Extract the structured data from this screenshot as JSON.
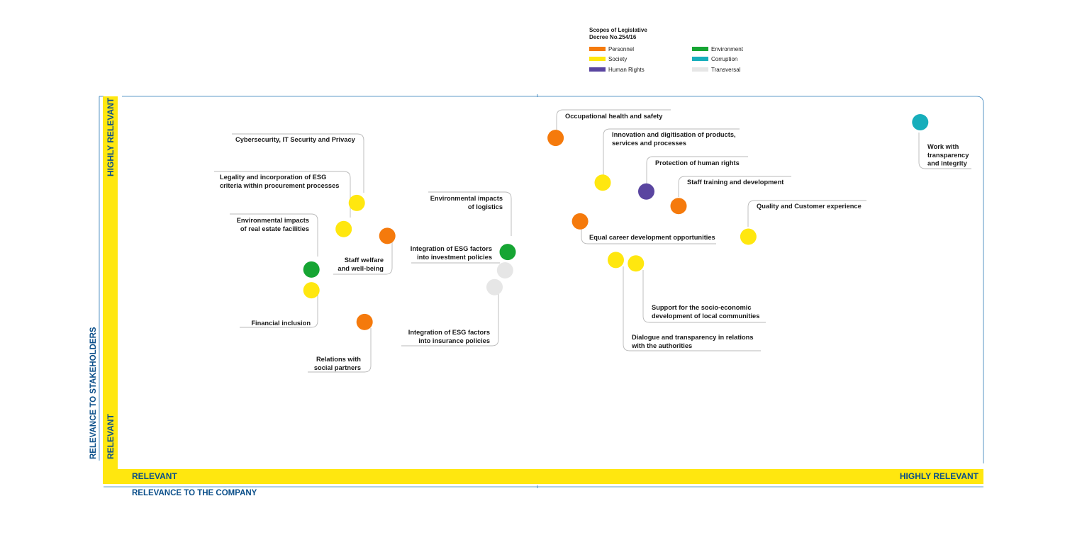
{
  "chart_data": {
    "type": "scatter",
    "title": "",
    "xlabel": "RELEVANCE TO THE COMPANY",
    "ylabel": "RELEVANCE TO STAKEHOLDERS",
    "x_axis_ends": [
      "RELEVANT",
      "HIGHLY RELEVANT"
    ],
    "y_axis_ends": [
      "RELEVANT",
      "HIGHLY RELEVANT"
    ],
    "xlim": [
      0,
      100
    ],
    "ylim": [
      0,
      100
    ],
    "grid": false,
    "legend": {
      "position": "top-right",
      "title_lines": [
        "Scopes of Legislative",
        "Decree No.254/16"
      ],
      "entries": [
        {
          "key": "personnel",
          "name": "Personnel",
          "color": "#f57a0c"
        },
        {
          "key": "society",
          "name": "Society",
          "color": "#ffe70f"
        },
        {
          "key": "human_rights",
          "name": "Human Rights",
          "color": "#5a45a0"
        },
        {
          "key": "environment",
          "name": "Environment",
          "color": "#16a533"
        },
        {
          "key": "corruption",
          "name": "Corruption",
          "color": "#17aebb"
        },
        {
          "key": "transversal",
          "name": "Transversal",
          "color": "#e6e6e6"
        }
      ]
    },
    "points": [
      {
        "lines": [
          "Cybersecurity, IT Security and Privacy"
        ],
        "scope": "society",
        "x": 27.9,
        "y": 71.4
      },
      {
        "lines": [
          "Legality and incorporation of ESG",
          "criteria within procurement processes"
        ],
        "scope": "society",
        "x": 26.4,
        "y": 64.6
      },
      {
        "lines": [
          "Environmental impacts",
          "of real estate facilities"
        ],
        "scope": "environment",
        "x": 22.7,
        "y": 54.0
      },
      {
        "lines": [
          "Financial inclusion"
        ],
        "scope": "society",
        "x": 22.7,
        "y": 48.6
      },
      {
        "lines": [
          "Staff welfare",
          "and well-being"
        ],
        "scope": "personnel",
        "x": 31.4,
        "y": 62.8
      },
      {
        "lines": [
          "Relations with",
          "social partners"
        ],
        "scope": "personnel",
        "x": 28.8,
        "y": 40.3
      },
      {
        "lines": [
          "Environmental impacts",
          "of logistics"
        ],
        "scope": "environment",
        "x": 45.2,
        "y": 58.6
      },
      {
        "lines": [
          "Integration of ESG factors",
          "into investment policies"
        ],
        "scope": "transversal",
        "x": 44.9,
        "y": 53.8
      },
      {
        "lines": [
          "Integration of ESG factors",
          "into insurance policies"
        ],
        "scope": "transversal",
        "x": 43.7,
        "y": 49.4
      },
      {
        "lines": [
          "Occupational health and safety"
        ],
        "scope": "personnel",
        "x": 50.7,
        "y": 88.4
      },
      {
        "lines": [
          "Innovation and digitisation of products,",
          "services and processes"
        ],
        "scope": "society",
        "x": 56.1,
        "y": 76.7
      },
      {
        "lines": [
          "Protection of human rights"
        ],
        "scope": "human_rights",
        "x": 61.1,
        "y": 74.4
      },
      {
        "lines": [
          "Staff training and development"
        ],
        "scope": "personnel",
        "x": 64.8,
        "y": 70.6
      },
      {
        "lines": [
          "Equal career development opportunities"
        ],
        "scope": "personnel",
        "x": 53.5,
        "y": 66.6
      },
      {
        "lines": [
          "Quality and Customer experience"
        ],
        "scope": "society",
        "x": 72.8,
        "y": 62.6
      },
      {
        "lines": [
          "Support for the socio-economic",
          "development of local communities"
        ],
        "scope": "society",
        "x": 59.9,
        "y": 55.6
      },
      {
        "lines": [
          "Dialogue and transparency in relations",
          "with the authorities"
        ],
        "scope": "society",
        "x": 57.6,
        "y": 56.5
      },
      {
        "lines": [
          "Work with",
          "transparency",
          "and integrity"
        ],
        "scope": "corruption",
        "x": 92.5,
        "y": 92.5
      }
    ]
  }
}
